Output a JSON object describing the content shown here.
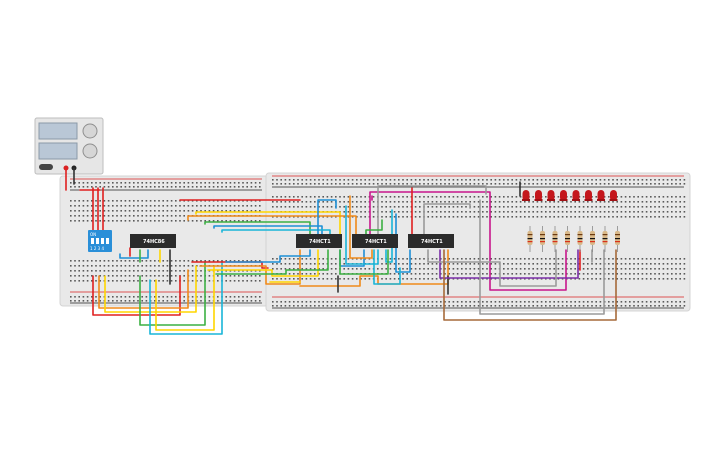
{
  "power_supply": {
    "name": "DC power supply",
    "colors": {
      "body": "#e6e6e6",
      "display": "#b9c7d6",
      "knob": "#d6d6d6"
    }
  },
  "breadboards": {
    "board_color": "#e9e9e9",
    "rail_red": "#d92020",
    "rail_black": "#222222"
  },
  "dip_switch": {
    "label": "ON",
    "numbers": "1 2 3 4",
    "color": "#2a8fd8"
  },
  "chips": [
    {
      "id": "chip-1",
      "label": "74HC86"
    },
    {
      "id": "chip-2",
      "label": "74HCT1"
    },
    {
      "id": "chip-3",
      "label": "74HCT1"
    },
    {
      "id": "chip-4",
      "label": "74HCT1"
    }
  ],
  "leds": {
    "count": 8,
    "color": "#c4161c"
  },
  "resistors": {
    "count": 8,
    "color": "#d9b98a"
  },
  "wire_colors": {
    "red": "#e02020",
    "orange": "#f08a1a",
    "yellow": "#ffd600",
    "green": "#3cb043",
    "blue": "#1e8fd6",
    "cyan": "#19b5d8",
    "gray": "#9a9a9a",
    "magenta": "#c8168c",
    "purple": "#7a2ea8",
    "brown": "#a66a3a",
    "black": "#333333"
  }
}
